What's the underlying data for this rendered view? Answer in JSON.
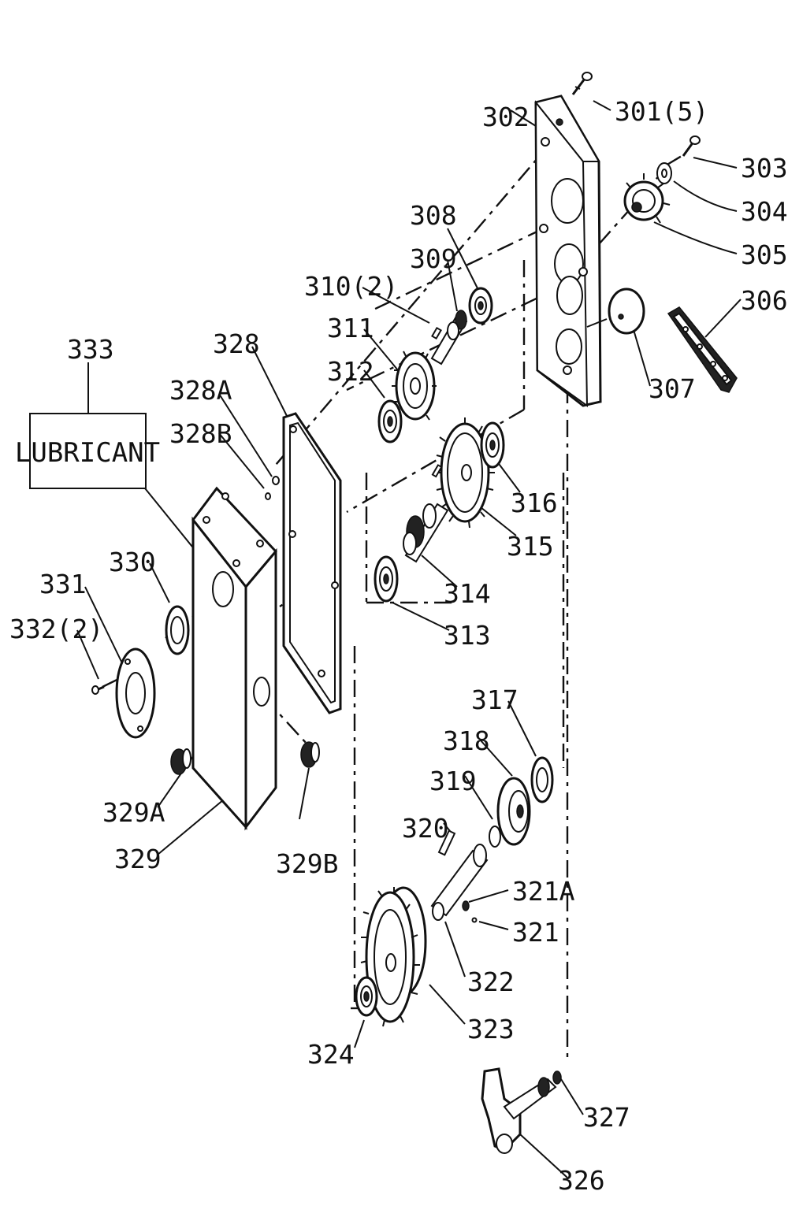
{
  "labels": {
    "p301": "301(5)",
    "p302": "302",
    "p303": "303",
    "p304": "304",
    "p305": "305",
    "p306": "306",
    "p307": "307",
    "p308": "308",
    "p309": "309",
    "p310": "310(2)",
    "p311": "311",
    "p312": "312",
    "p313": "313",
    "p314": "314",
    "p315": "315",
    "p316": "316",
    "p317": "317",
    "p318": "318",
    "p319": "319",
    "p320": "320",
    "p321": "321",
    "p321a": "321A",
    "p322": "322",
    "p323": "323",
    "p324": "324",
    "p326": "326",
    "p327": "327",
    "p328": "328",
    "p328a": "328A",
    "p328b": "328B",
    "p329": "329",
    "p329a": "329A",
    "p329b": "329B",
    "p330": "330",
    "p331": "331",
    "p332": "332(2)",
    "p333": "333"
  },
  "lubricant_box": "LUBRICANT"
}
